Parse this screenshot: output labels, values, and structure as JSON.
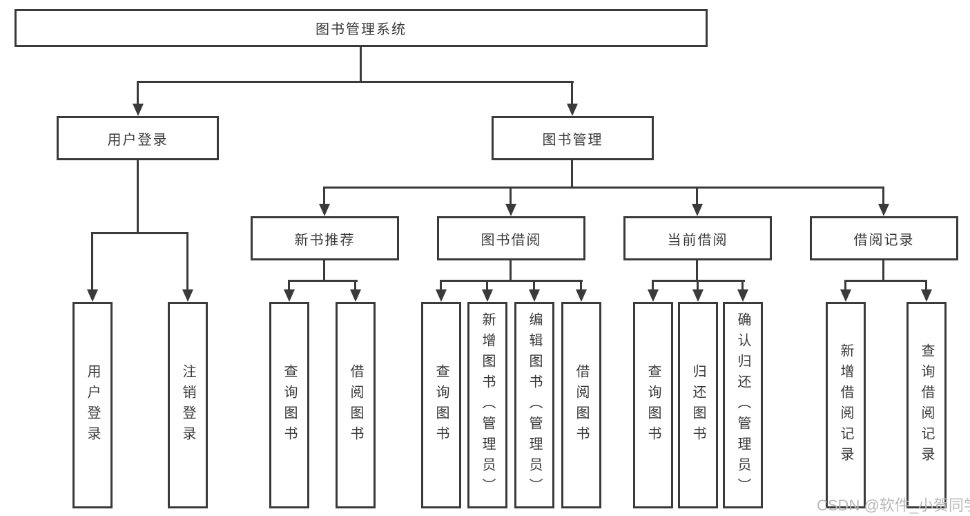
{
  "tree": {
    "root": "图书管理系统",
    "branches": [
      {
        "label": "用户登录",
        "children": [
          "用户登录",
          "注销登录"
        ]
      },
      {
        "label": "图书管理",
        "children": [
          {
            "label": "新书推荐",
            "children": [
              "查询图书",
              "借阅图书"
            ]
          },
          {
            "label": "图书借阅",
            "children": [
              "查询图书",
              "新增图书（管理员）",
              "编辑图书（管理员）",
              "借阅图书"
            ]
          },
          {
            "label": "当前借阅",
            "children": [
              "查询图书",
              "归还图书",
              "确认归还（管理员）"
            ]
          },
          {
            "label": "借阅记录",
            "children": [
              "新增借阅记录",
              "查询借阅记录"
            ]
          }
        ]
      }
    ]
  },
  "watermark": {
    "text": "CSDN @软件_小贺同学"
  },
  "colors": {
    "line": "#3a3a3a",
    "text": "#3a3a3a",
    "box_background": "#ffffff",
    "page_background": "#ffffff",
    "watermark": "#b9b9b9"
  }
}
